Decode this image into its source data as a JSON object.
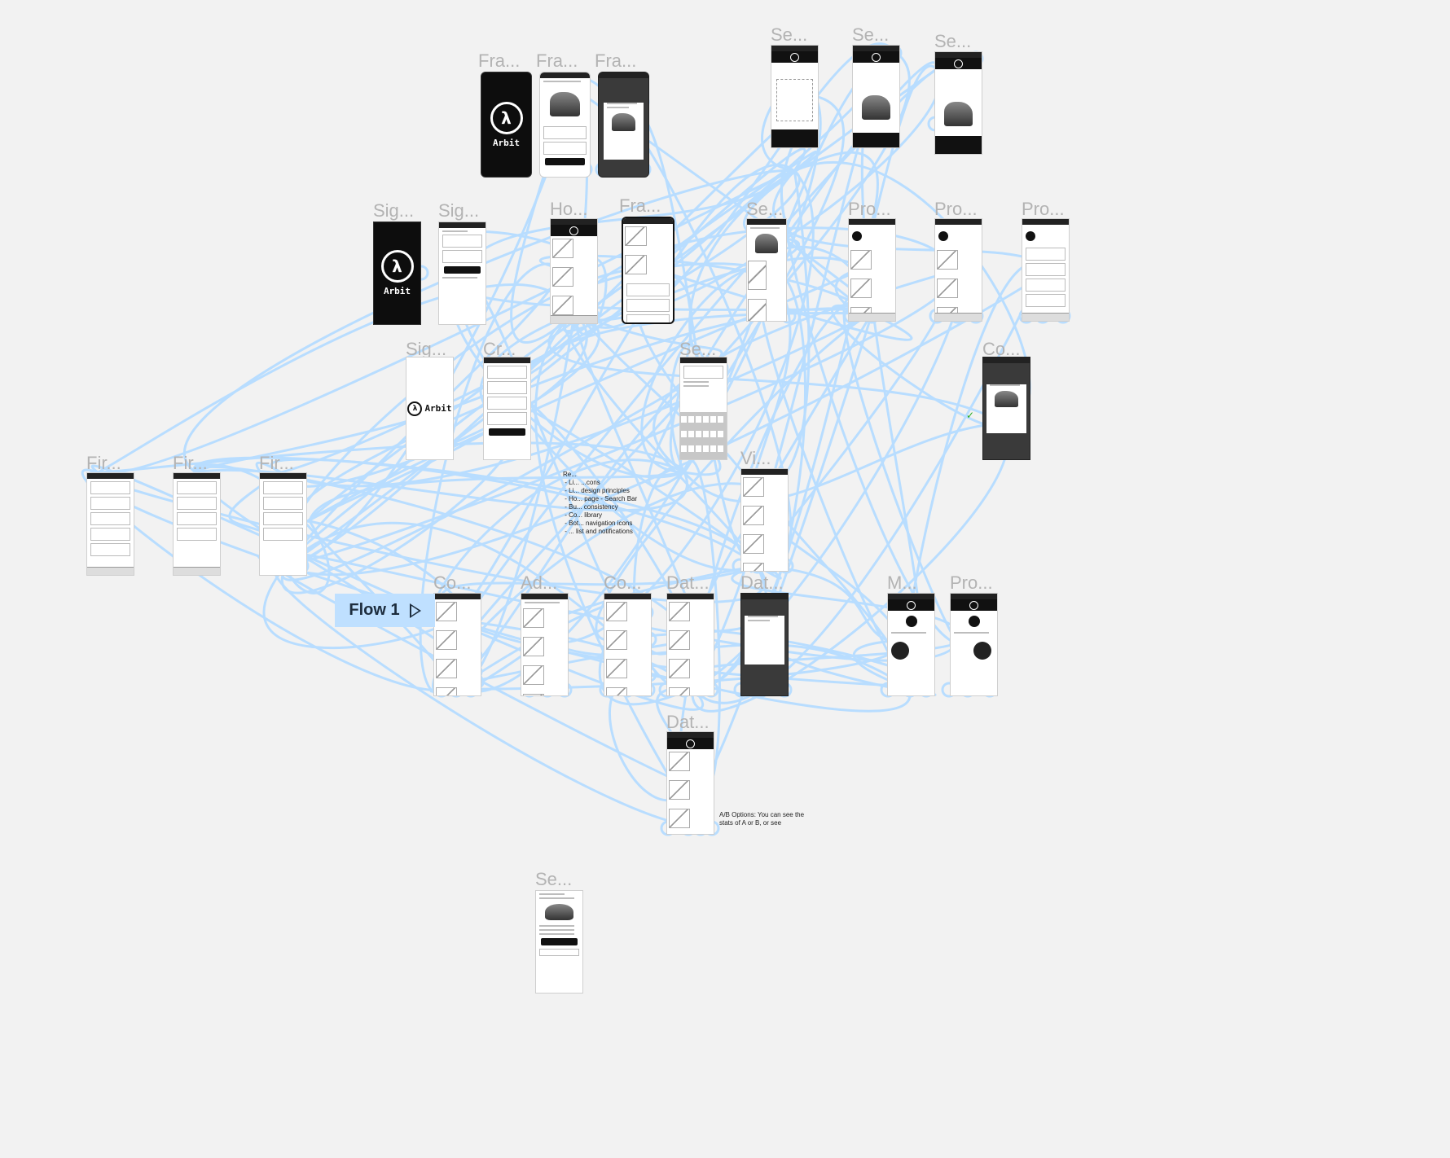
{
  "flow_button": {
    "label": "Flow 1"
  },
  "frames": [
    {
      "title": "Fra...",
      "style": "dark",
      "content": "logo"
    },
    {
      "title": "Fra...",
      "style": "light",
      "content": "product"
    },
    {
      "title": "Fra...",
      "style": "mid",
      "content": "product"
    },
    {
      "title": "Se...",
      "style": "light",
      "content": "scan"
    },
    {
      "title": "Se...",
      "style": "light",
      "content": "shoe"
    },
    {
      "title": "Se...",
      "style": "light",
      "content": "shoe"
    },
    {
      "title": "Sig...",
      "style": "dark",
      "content": "logo"
    },
    {
      "title": "Sig...",
      "style": "light",
      "content": "form"
    },
    {
      "title": "Ho...",
      "style": "light",
      "content": "grid"
    },
    {
      "title": "Fra...",
      "style": "light",
      "content": "grid"
    },
    {
      "title": "Se...",
      "style": "light",
      "content": "product"
    },
    {
      "title": "Pro...",
      "style": "light",
      "content": "profile"
    },
    {
      "title": "Pro...",
      "style": "light",
      "content": "profile"
    },
    {
      "title": "Pro...",
      "style": "light",
      "content": "list"
    },
    {
      "title": "Sig...",
      "style": "light",
      "content": "logo-light"
    },
    {
      "title": "Cr...",
      "style": "light",
      "content": "form"
    },
    {
      "title": "Se...",
      "style": "light",
      "content": "keyboard"
    },
    {
      "title": "Co...",
      "style": "mid",
      "content": "product"
    },
    {
      "title": "Fir...",
      "style": "light",
      "content": "list"
    },
    {
      "title": "Fir...",
      "style": "light",
      "content": "list"
    },
    {
      "title": "Fir...",
      "style": "light",
      "content": "list"
    },
    {
      "title": "Vi...",
      "style": "light",
      "content": "grid"
    },
    {
      "title": "Co...",
      "style": "light",
      "content": "grid"
    },
    {
      "title": "Ad...",
      "style": "light",
      "content": "grid"
    },
    {
      "title": "Co...",
      "style": "light",
      "content": "grid"
    },
    {
      "title": "Dat...",
      "style": "light",
      "content": "grid"
    },
    {
      "title": "Dat...",
      "style": "mid",
      "content": "grid"
    },
    {
      "title": "M...",
      "style": "light",
      "content": "profile"
    },
    {
      "title": "Pro...",
      "style": "light",
      "content": "profile"
    },
    {
      "title": "Dat...",
      "style": "light",
      "content": "grid"
    },
    {
      "title": "Se...",
      "style": "light",
      "content": "product"
    }
  ],
  "logo_text": "Arbit",
  "notes": [
    "Re...\n - Li... ...cons\n - Li... design principles\n - Ho... page - Search Bar\n - Bu... consistency\n - Co... library\n - Bot... navigation icons\n - ... list and notifications",
    "A/B Options: You can see the\nstats of A or B, or see"
  ],
  "colors": {
    "connector": "#b8ddff",
    "flow_button": "#bfe0ff",
    "canvas": "#f2f2f2"
  }
}
